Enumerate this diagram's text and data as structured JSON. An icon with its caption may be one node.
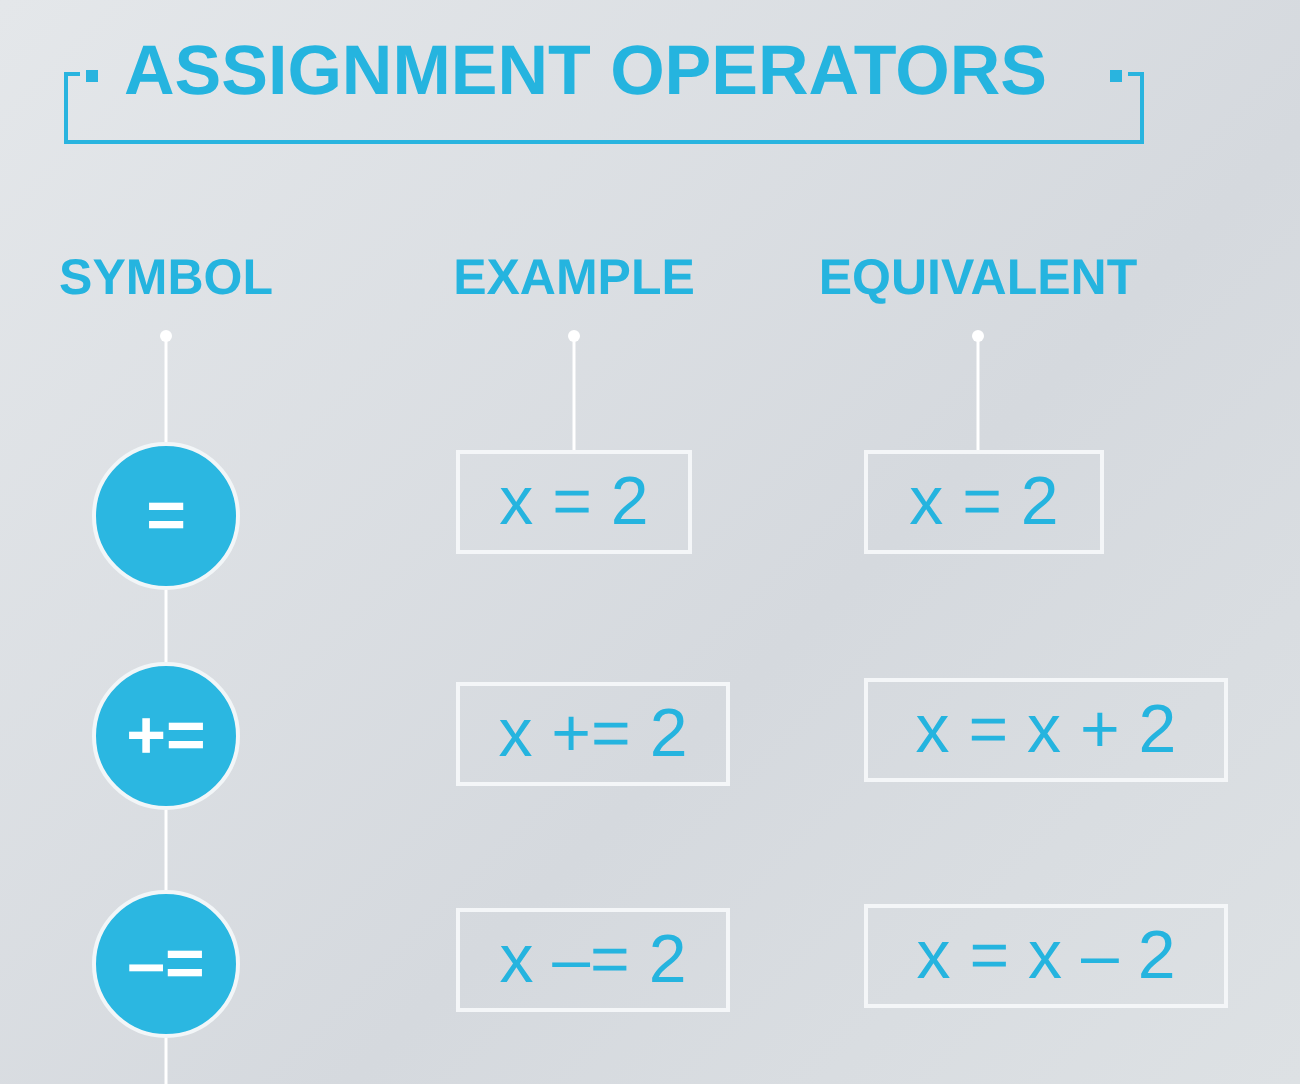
{
  "diagram": {
    "title": "ASSIGNMENT OPERATORS",
    "nodes": [
      {
        "text": [
          "SYMBOL"
        ]
      },
      {
        "text": [
          "EXAMPLE"
        ]
      },
      {
        "text": [
          "EQUIVALENT"
        ]
      },
      {
        "text": [
          "="
        ]
      },
      {
        "text": [
          "x = 2"
        ]
      },
      {
        "text": [
          "x = 2"
        ]
      },
      {
        "text": [
          "+="
        ]
      },
      {
        "text": [
          "x += 2"
        ]
      },
      {
        "text": [
          "x = x + 2"
        ]
      },
      {
        "text": [
          "–="
        ]
      },
      {
        "text": [
          "x –= 2"
        ]
      },
      {
        "text": [
          "x = x – 2"
        ]
      }
    ],
    "edges": [
      {
        "from": 0,
        "to": 3,
        "arrow": "other"
      },
      {
        "from": 1,
        "to": 4,
        "arrow": "other"
      },
      {
        "from": 2,
        "to": 5,
        "arrow": "other"
      },
      {
        "from": 3,
        "to": 6,
        "arrow": "none"
      },
      {
        "from": 6,
        "to": 9,
        "arrow": "none"
      },
      {
        "from": 9,
        "to": null,
        "arrow": "none"
      }
    ]
  }
}
